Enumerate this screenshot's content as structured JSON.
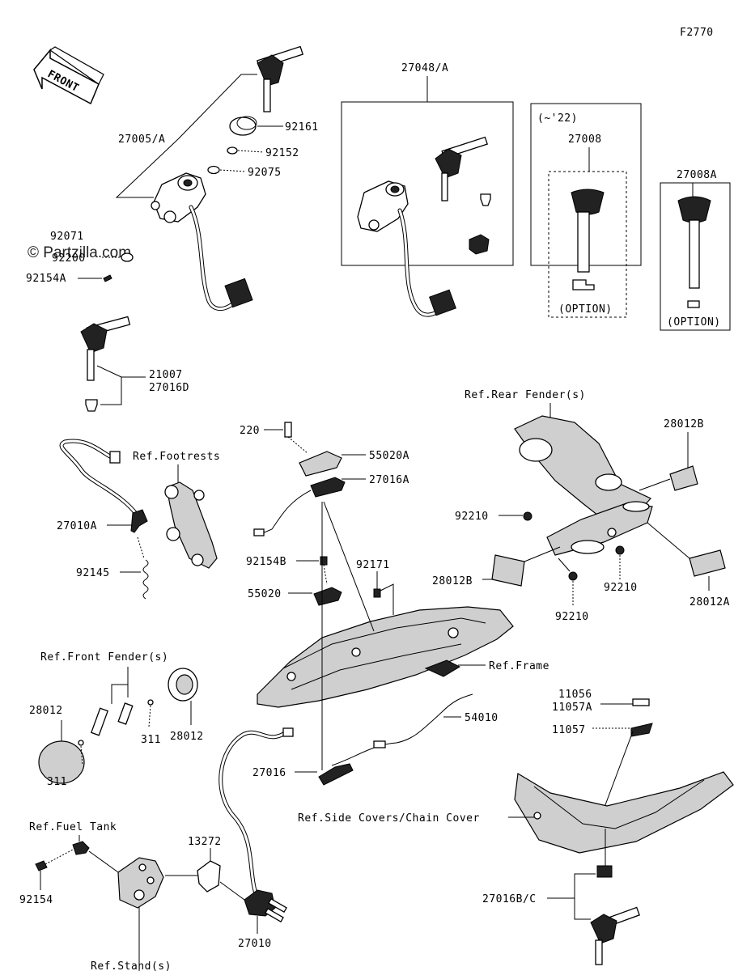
{
  "diagram": {
    "code": "F2770",
    "front_arrow": "FRONT",
    "watermark": "© Partzilla.com",
    "option_box_period": "(~'22)",
    "labels": {
      "p27005A": "27005/A",
      "p92161": "92161",
      "p92152": "92152",
      "p92075": "92075",
      "p92071": "92071",
      "p92200": "92200",
      "p92154A": "92154A",
      "p21007": "21007",
      "p27016D": "27016D",
      "p27048A": "27048/A",
      "p27008": "27008",
      "option1": "(OPTION)",
      "p27008A": "27008A",
      "option2": "(OPTION)",
      "refRearFender": "Ref.Rear Fender(s)",
      "p28012B_top": "28012B",
      "p92210_left": "92210",
      "p28012B_left": "28012B",
      "p92210_bottom": "92210",
      "p92210_right": "92210",
      "p28012A": "28012A",
      "p220": "220",
      "p55020A": "55020A",
      "p27016A": "27016A",
      "refFootrests": "Ref.Footrests",
      "p27010A": "27010A",
      "p92145": "92145",
      "p92154B": "92154B",
      "p92171": "92171",
      "p55020": "55020",
      "refFrame": "Ref.Frame",
      "refFrontFender": "Ref.Front Fender(s)",
      "p28012_left": "28012",
      "p311_right": "311",
      "p28012_right": "28012",
      "p311_left": "311",
      "p54010": "54010",
      "p11056": "11056",
      "p11057A": "11057A",
      "p11057": "11057",
      "p27016": "27016",
      "refSideCovers": "Ref.Side Covers/Chain Cover",
      "refFuelTank": "Ref.Fuel Tank",
      "p13272": "13272",
      "p92154": "92154",
      "refStand": "Ref.Stand(s)",
      "p27010": "27010",
      "p27016BC": "27016B/C"
    }
  }
}
